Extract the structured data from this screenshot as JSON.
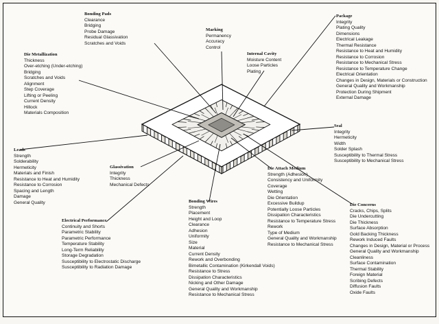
{
  "groups": {
    "bonding_pads": {
      "title": "Bonding Pads",
      "items": [
        "Clearance",
        "Bridging",
        "Probe Damage",
        "Residual Glassivation",
        "Scratches and Voids"
      ]
    },
    "marking": {
      "title": "Marking",
      "items": [
        "Permanency",
        "Accuracy",
        "Control"
      ]
    },
    "internal_cavity": {
      "title": "Internal Cavity",
      "items": [
        "Moisture Content",
        "Loose Particles",
        "Plating"
      ]
    },
    "package": {
      "title": "Package",
      "items": [
        "Integrity",
        "Plating Quality",
        "Dimensions",
        "Electrical Leakage",
        "Thermal Resistance",
        "Resistance to Heat and Humidity",
        "Resistance to Corrosion",
        "Resistance to Mechanical Stress",
        "Resistance to Temperature Change",
        "Electrical Orientation",
        "Changes in Design, Materials or Construction",
        "General Quality and Workmanship",
        "Protection During Shipment",
        "External Damage"
      ]
    },
    "die_metallization": {
      "title": "Die Metallization",
      "items": [
        "Thickness",
        "Over-etching (Under-etching)",
        "Bridging",
        "Scratches and Voids",
        "Alignment",
        "Step Coverage",
        "Lifting or Peeling",
        "Current Density",
        "Hillock",
        "Materials Composition"
      ]
    },
    "seal": {
      "title": "Seal",
      "items": [
        "Integrity",
        "Hermeticity",
        "Width",
        "Solder Splash",
        "Susceptibility to Thermal Stress",
        "Susceptibility to Mechanical Stress"
      ]
    },
    "leads": {
      "title": "Leads",
      "items": [
        "Strength",
        "Solderability",
        "Hermeticity",
        "Materials and Finish",
        "Resistance to Heat and Humidity",
        "Resistance to Corrosion",
        "Spacing and Length",
        "Damage",
        "General Quality"
      ]
    },
    "glassivation": {
      "title": "Glassivation",
      "items": [
        "Integrity",
        "Thickness",
        "Mechanical Defects"
      ]
    },
    "die_attach_medium": {
      "title": "Die Attach Medium",
      "items": [
        "Strength (Adhesion)",
        "Consistency and Uniformity",
        "Coverage",
        "Wetting",
        "Die Orientation",
        "Excessive Buildup",
        "Potentially Loose Particles",
        "Dissipation Characteristics",
        "Resistance to Temperature Stress",
        "Rework",
        "Type of Medium",
        "General Quality and Workmanship",
        "Resistance to Mechanical Stress"
      ]
    },
    "bonding_wires": {
      "title": "Bonding Wires",
      "items": [
        "Strength",
        "Placement",
        "Height and Loop",
        "Clearance",
        "Adhesion",
        "Uniformity",
        "Size",
        "Material",
        "Current Density",
        "Rework and Overbonding",
        "Bimetallic Contamination (Kirkendall Voids)",
        "Resistance to Stress",
        "Dissipation Characteristics",
        "Nicking and Other Damage",
        "General Quality and Workmanship",
        "Resistance to Mechanical Stress"
      ]
    },
    "die_concerns": {
      "title": "Die Concerns",
      "items": [
        "Cracks, Chips, Splits",
        "Die Undercutting",
        "Die Thickness",
        "Surface Absorption",
        "Gold Backing Thickness",
        "Rework Induced Faults",
        "Changes in Design, Material or Process",
        "General Quality and Workmanship",
        "Cleanliness",
        "Surface Contamination",
        "Thermal Stability",
        "Foreign Material",
        "Scribing Defects",
        "Diffusion Faults",
        "Oxide Faults"
      ]
    },
    "electrical_performance": {
      "title": "Electrical Performance",
      "items": [
        "Continuity and Shorts",
        "Parametric Stability",
        "Parametric Performance",
        "Temperature Stability",
        "Long-Term Reliability",
        "Storage Degradation",
        "Susceptibility to Electrostatic Discharge",
        "Susceptibility to Radiation Damage"
      ]
    }
  }
}
